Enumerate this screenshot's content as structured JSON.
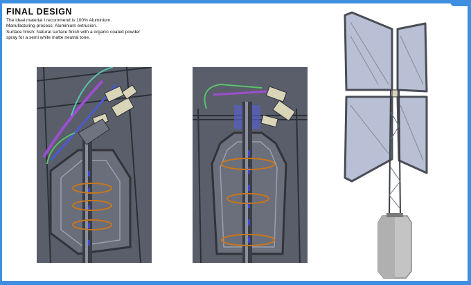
{
  "page": {
    "title": "FINAL DESIGN",
    "description_lines": [
      "The ideal material I recommend is 100% Aluminium.",
      "Manufacturing process: Aluminium extrusion.",
      "Surface finish: Natural surface finish with a organic coated powder",
      "spray for a semi white matte neutral tone."
    ]
  },
  "colors": {
    "frame_accent": "#3f8fe0",
    "render_background": "#5a5e6a",
    "panel_fill": "#b9bfd4",
    "pipe_purple": "#9b4fd0",
    "ring_orange": "#c8761e",
    "pipe_green": "#58c46a"
  }
}
